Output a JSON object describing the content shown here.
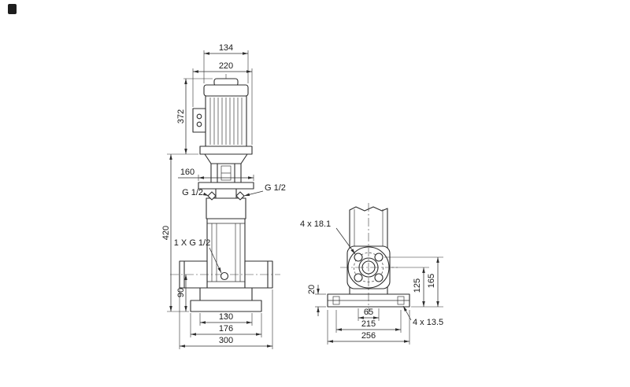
{
  "colors": {
    "background": "#ffffff",
    "line": "#2e2e2e",
    "text": "#1a1a1a",
    "logo": "#1d1d1d"
  },
  "side_view": {
    "dims": {
      "fan_width": "134",
      "motor_width": "220",
      "motor_height": "372",
      "stool_width": "160",
      "pump_height": "420",
      "port_height": "90",
      "foot_width": "130",
      "base_width": "176",
      "total_length": "300"
    },
    "ports": {
      "left": "G 1/2",
      "right": "G 1/2",
      "drain": "1 X G 1/2"
    }
  },
  "end_view": {
    "dims": {
      "flange_holes": "4 x 18.1",
      "foot_height": "20",
      "flange_center_height": "125",
      "flange_hole_height": "165",
      "hole_offset": "65",
      "hole_spacing": "215",
      "base_length": "256",
      "base_holes": "4 x 13.5"
    }
  }
}
